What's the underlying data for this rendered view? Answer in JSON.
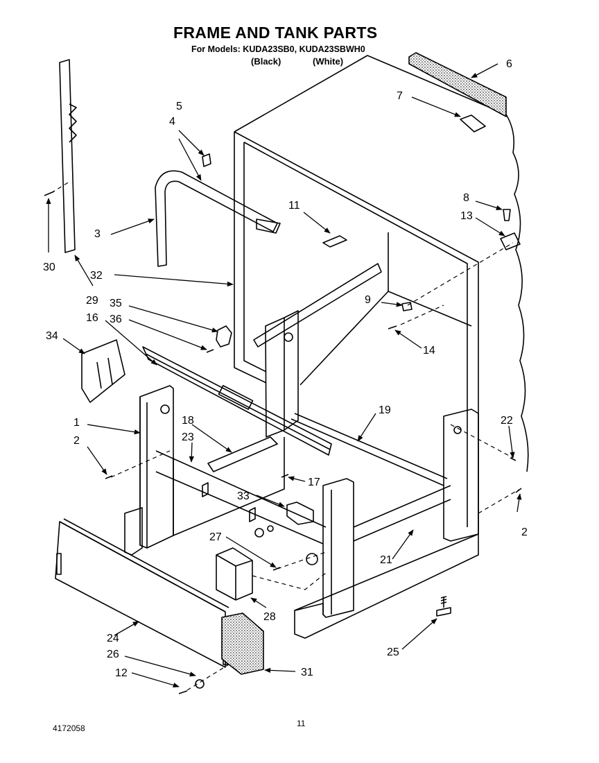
{
  "header": {
    "title": "FRAME AND TANK PARTS",
    "models_line": "For Models: KUDA23SB0, KUDA23SBWH0",
    "variant_black": "(Black)",
    "variant_white": "(White)"
  },
  "callouts": {
    "c1": "1",
    "c2a": "2",
    "c2b": "2",
    "c3": "3",
    "c4": "4",
    "c5": "5",
    "c6": "6",
    "c7": "7",
    "c8": "8",
    "c9": "9",
    "c11": "11",
    "c12": "12",
    "c13": "13",
    "c14": "14",
    "c16": "16",
    "c17": "17",
    "c18": "18",
    "c19": "19",
    "c21": "21",
    "c22": "22",
    "c23": "23",
    "c24": "24",
    "c25": "25",
    "c26": "26",
    "c27": "27",
    "c28": "28",
    "c29": "29",
    "c30": "30",
    "c31": "31",
    "c32": "32",
    "c33": "33",
    "c34": "34",
    "c35": "35",
    "c36": "36"
  },
  "footer": {
    "doc_number": "4172058",
    "page_number": "11"
  }
}
